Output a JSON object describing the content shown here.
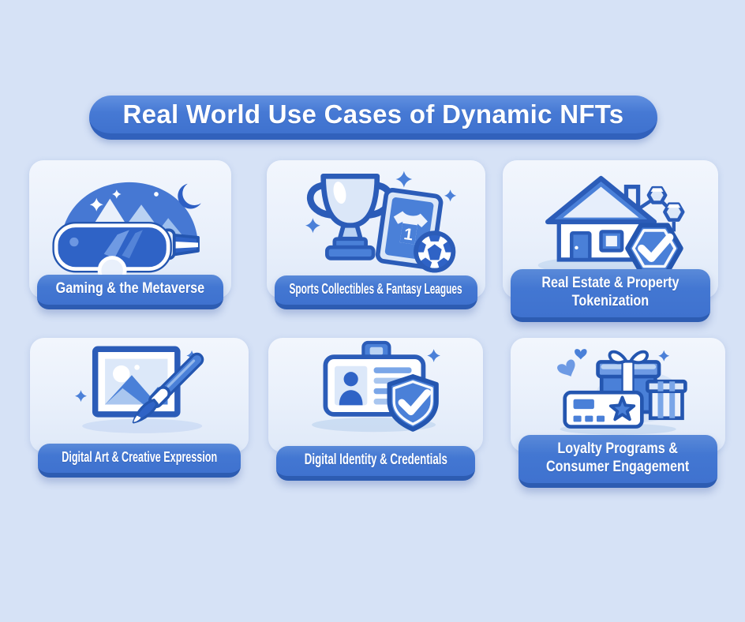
{
  "title": "Real World Use Cases of Dynamic NFTs",
  "cards": [
    {
      "label": "Gaming & the Metaverse",
      "icon": "vr-headset-metaverse-icon"
    },
    {
      "label": "Sports Collectibles & Fantasy Leagues",
      "icon": "trophy-card-soccer-icon",
      "jersey_number": "1"
    },
    {
      "label": "Real Estate & Property\nTokenization",
      "icon": "house-token-badge-icon"
    },
    {
      "label": "Digital Art & Creative Expression",
      "icon": "picture-frame-brush-icon"
    },
    {
      "label": "Digital Identity & Credentials",
      "icon": "id-card-shield-check-icon"
    },
    {
      "label": "Loyalty Programs &\nConsumer Engagement",
      "icon": "gift-boxes-loyalty-card-icon"
    }
  ],
  "colors": {
    "page_background": "#d6e2f6",
    "card_background": "#edf2fb",
    "banner_blue": "#3f72cf",
    "banner_edge_blue": "#2d5cb2",
    "icon_outline_blue": "#2456b0",
    "icon_mid_blue": "#4a80d8",
    "icon_light_blue": "#b9d2f3",
    "label_text": "#ffffff"
  }
}
